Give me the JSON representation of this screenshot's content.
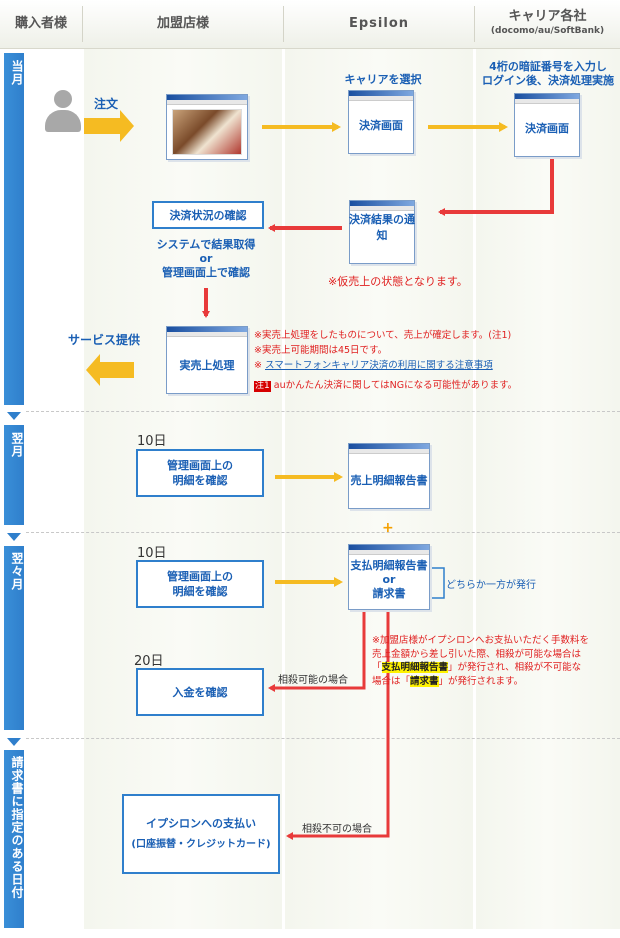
{
  "header": {
    "col_buyer": "購入者様",
    "col_merchant": "加盟店様",
    "col_epsilon": "Epsilon",
    "col_carrier": "キャリア各社",
    "col_carrier_sub": "(docomo/au/SoftBank)"
  },
  "periods": {
    "p1": "当月",
    "p2": "翌月",
    "p3": "翌々月",
    "p4": "請求書に指定のある日付"
  },
  "flow": {
    "order": "注文",
    "select_carrier": "キャリアを選択",
    "payment_screen": "決済画面",
    "carrier_step_line1": "4桁の暗証番号を入力し",
    "carrier_step_line2": "ログイン後、決済処理実施",
    "carrier_payment_screen": "決済画面",
    "check_status": "決済状況の確認",
    "result_notice": "決済結果の通知",
    "sys_line1": "システムで結果取得",
    "sys_line2": "or",
    "sys_line3": "管理画面上で確認",
    "provisional_note": "※仮売上の状態となります。",
    "service": "サービス提供",
    "real_sale": "実売上処理",
    "note_a": "※実売上処理をしたものについて、売上が確定します。(注1)",
    "note_b": "※実売上可能期間は45日です。",
    "note_c_prefix": "※",
    "note_c_link": "スマートフォンキャリア決済の利用に関する注意事項",
    "note1_badge": "注1",
    "note1_text": "auかんたん決済に関してはNGになる可能性があります。",
    "day10_a": "10日",
    "detail_a": "管理画面上の\n明細を確認",
    "sales_report": "売上明細報告書",
    "plus": "+",
    "day10_b": "10日",
    "detail_b": "管理画面上の\n明細を確認",
    "pay_report": "支払明細報告書",
    "or": "or",
    "invoice": "請求書",
    "either": "どちらか一方が発行",
    "fee_note_1": "※加盟店様がイプシロンへお支払いただく手数料を",
    "fee_note_2": "売上金額から差し引いた際、相殺が可能な場合は",
    "fee_note_3a": "「",
    "fee_note_3hl": "支払明細報告書",
    "fee_note_3b": "」が発行され、相殺が不可能な",
    "fee_note_4a": "場合は「",
    "fee_note_4hl": "請求書",
    "fee_note_4b": "」が発行されます。",
    "day20": "20日",
    "offset_ok": "相殺可能の場合",
    "deposit": "入金を確認",
    "offset_ng": "相殺不可の場合",
    "pay_epsilon_1": "イプシロンへの支払い",
    "pay_epsilon_2": "(口座振替・クレジットカード)"
  },
  "colors": {
    "blue": "#2f7fcc",
    "red": "#e83a3a",
    "yellow": "#f5bb22"
  }
}
